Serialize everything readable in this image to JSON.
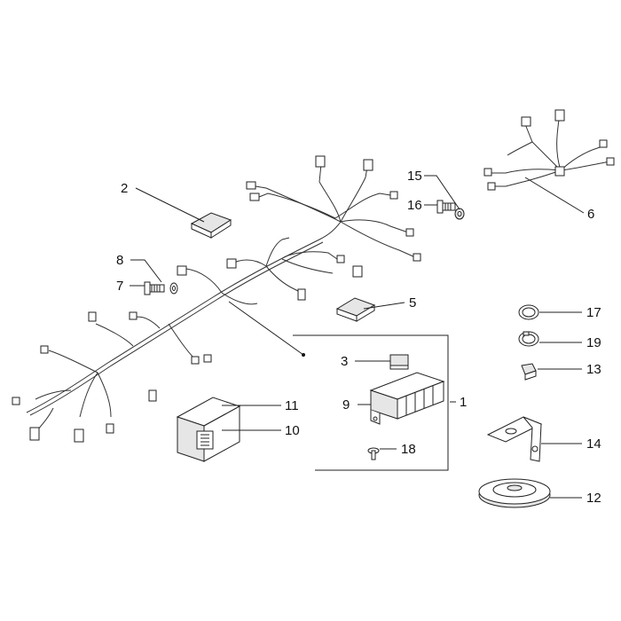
{
  "diagram": {
    "callouts": [
      {
        "id": "1",
        "text": "1"
      },
      {
        "id": "2",
        "text": "2"
      },
      {
        "id": "3",
        "text": "3"
      },
      {
        "id": "5",
        "text": "5"
      },
      {
        "id": "6",
        "text": "6"
      },
      {
        "id": "7",
        "text": "7"
      },
      {
        "id": "8",
        "text": "8"
      },
      {
        "id": "9",
        "text": "9"
      },
      {
        "id": "10",
        "text": "10"
      },
      {
        "id": "11",
        "text": "11"
      },
      {
        "id": "12",
        "text": "12"
      },
      {
        "id": "13",
        "text": "13"
      },
      {
        "id": "14",
        "text": "14"
      },
      {
        "id": "15",
        "text": "15"
      },
      {
        "id": "16",
        "text": "16"
      },
      {
        "id": "17",
        "text": "17"
      },
      {
        "id": "18",
        "text": "18"
      },
      {
        "id": "19",
        "text": "19"
      }
    ]
  }
}
